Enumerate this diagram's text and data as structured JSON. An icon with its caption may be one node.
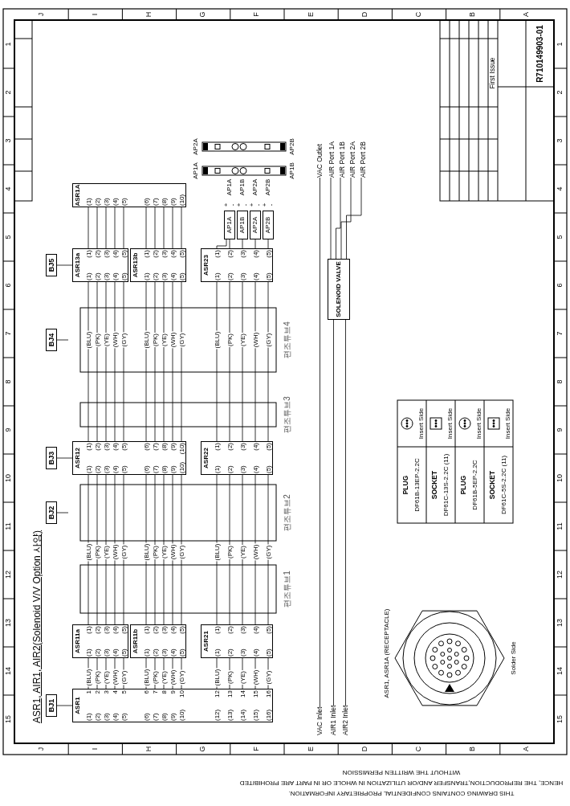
{
  "diagram": {
    "title": "ASR1, AIR1, AIR2(Solenoid V/V Option 사양)",
    "nodes": [
      {
        "text": [
          "BJ1"
        ]
      },
      {
        "text": [
          "BJ2"
        ]
      },
      {
        "text": [
          "BJ3"
        ]
      },
      {
        "text": [
          "BJ4"
        ]
      },
      {
        "text": [
          "BJ5"
        ]
      },
      {
        "text": [
          "ASR1",
          "(1)",
          "(2)",
          "(3)",
          "(4)",
          "(5)",
          "(6)",
          "(7)",
          "(8)",
          "(9)",
          "(10)",
          "(12)",
          "(13)",
          "(14)",
          "(15)",
          "(16)",
          "1",
          "2",
          "3",
          "4",
          "5",
          "6",
          "7",
          "8",
          "9",
          "10",
          "12",
          "13",
          "14",
          "15",
          "16"
        ]
      },
      {
        "text": [
          "ASR11a",
          "(1)",
          "(2)",
          "(3)",
          "(4)",
          "(5)",
          "(1)",
          "(2)",
          "(3)",
          "(4)",
          "(5)"
        ]
      },
      {
        "text": [
          "ASR11b",
          "(1)",
          "(2)",
          "(3)",
          "(4)",
          "(5)",
          "(1)",
          "(2)",
          "(3)",
          "(4)",
          "(5)"
        ]
      },
      {
        "text": [
          "ASR21",
          "(1)",
          "(2)",
          "(3)",
          "(4)",
          "(5)",
          "(1)",
          "(2)",
          "(3)",
          "(4)",
          "(5)"
        ]
      },
      {
        "text": [
          "ASR12",
          "(1)",
          "(2)",
          "(3)",
          "(4)",
          "(5)",
          "(6)",
          "(7)",
          "(8)",
          "(9)",
          "(10)",
          "(1)",
          "(2)",
          "(3)",
          "(4)",
          "(5)",
          "(6)",
          "(7)",
          "(8)",
          "(9)",
          "(10)"
        ]
      },
      {
        "text": [
          "ASR22",
          "(1)",
          "(2)",
          "(3)",
          "(4)",
          "(5)",
          "(1)",
          "(2)",
          "(3)",
          "(4)",
          "(5)"
        ]
      },
      {
        "text": [
          "ASR13a",
          "(1)",
          "(2)",
          "(3)",
          "(4)",
          "(5)",
          "(1)",
          "(2)",
          "(3)",
          "(4)",
          "(5)"
        ]
      },
      {
        "text": [
          "ASR13b",
          "(1)",
          "(2)",
          "(3)",
          "(4)",
          "(5)",
          "(1)",
          "(2)",
          "(3)",
          "(4)",
          "(5)"
        ]
      },
      {
        "text": [
          "ASR23",
          "(1)",
          "(2)",
          "(3)",
          "(4)",
          "(5)",
          "(1)",
          "(2)",
          "(3)",
          "(4)",
          "(5)"
        ]
      },
      {
        "text": [
          "ASR1A",
          "(1)",
          "(2)",
          "(3)",
          "(4)",
          "(5)",
          "(6)",
          "(7)",
          "(8)",
          "(9)",
          "(10)"
        ]
      },
      {
        "text": [
          "AP1A"
        ]
      },
      {
        "text": [
          "AP1B"
        ]
      },
      {
        "text": [
          "AP2A"
        ]
      },
      {
        "text": [
          "AP2B"
        ]
      },
      {
        "text": [
          "VAC Inlet"
        ]
      },
      {
        "text": [
          "AIR1 Inlet"
        ]
      },
      {
        "text": [
          "AIR2 Inlet"
        ]
      },
      {
        "text": [
          "VAC Outlet"
        ]
      },
      {
        "text": [
          "SOLENOID VALVE"
        ]
      },
      {
        "text": [
          "AIR Port 1A"
        ]
      },
      {
        "text": [
          "AIR Port 1B"
        ]
      },
      {
        "text": [
          "AIR Port 2A"
        ]
      },
      {
        "text": [
          "AIR Port 2B"
        ]
      }
    ],
    "edges": [
      {
        "from": 0,
        "to": 5,
        "arrow": "none"
      },
      {
        "from": 1,
        "to": null,
        "arrow": "none"
      },
      {
        "from": 2,
        "to": 9,
        "arrow": "none"
      },
      {
        "from": 3,
        "to": null,
        "arrow": "none"
      },
      {
        "from": 4,
        "to": 11,
        "arrow": "none"
      },
      {
        "from": 5,
        "to": 6,
        "arrow": "none"
      },
      {
        "from": 5,
        "to": 6,
        "arrow": "none"
      },
      {
        "from": 5,
        "to": 6,
        "arrow": "none"
      },
      {
        "from": 5,
        "to": 6,
        "arrow": "none"
      },
      {
        "from": 5,
        "to": 6,
        "arrow": "none"
      },
      {
        "from": 5,
        "to": 7,
        "arrow": "none"
      },
      {
        "from": 5,
        "to": 7,
        "arrow": "none"
      },
      {
        "from": 5,
        "to": 7,
        "arrow": "none"
      },
      {
        "from": 5,
        "to": 7,
        "arrow": "none"
      },
      {
        "from": 5,
        "to": 7,
        "arrow": "none"
      },
      {
        "from": 5,
        "to": 8,
        "arrow": "none"
      },
      {
        "from": 5,
        "to": 8,
        "arrow": "none"
      },
      {
        "from": 5,
        "to": 8,
        "arrow": "none"
      },
      {
        "from": 5,
        "to": 8,
        "arrow": "none"
      },
      {
        "from": 5,
        "to": 8,
        "arrow": "none"
      },
      {
        "from": 6,
        "to": 9,
        "arrow": "none"
      },
      {
        "from": 6,
        "to": 9,
        "arrow": "none"
      },
      {
        "from": 6,
        "to": 9,
        "arrow": "none"
      },
      {
        "from": 6,
        "to": 9,
        "arrow": "none"
      },
      {
        "from": 6,
        "to": 9,
        "arrow": "none"
      },
      {
        "from": 7,
        "to": 9,
        "arrow": "none"
      },
      {
        "from": 7,
        "to": 9,
        "arrow": "none"
      },
      {
        "from": 7,
        "to": 9,
        "arrow": "none"
      },
      {
        "from": 7,
        "to": 9,
        "arrow": "none"
      },
      {
        "from": 7,
        "to": 9,
        "arrow": "none"
      },
      {
        "from": 8,
        "to": 10,
        "arrow": "none"
      },
      {
        "from": 8,
        "to": 10,
        "arrow": "none"
      },
      {
        "from": 8,
        "to": 10,
        "arrow": "none"
      },
      {
        "from": 8,
        "to": 10,
        "arrow": "none"
      },
      {
        "from": 8,
        "to": 10,
        "arrow": "none"
      },
      {
        "from": 9,
        "to": 11,
        "arrow": "none"
      },
      {
        "from": 9,
        "to": 11,
        "arrow": "none"
      },
      {
        "from": 9,
        "to": 11,
        "arrow": "none"
      },
      {
        "from": 9,
        "to": 11,
        "arrow": "none"
      },
      {
        "from": 9,
        "to": 11,
        "arrow": "none"
      },
      {
        "from": 9,
        "to": 12,
        "arrow": "none"
      },
      {
        "from": 9,
        "to": 12,
        "arrow": "none"
      },
      {
        "from": 9,
        "to": 12,
        "arrow": "none"
      },
      {
        "from": 9,
        "to": 12,
        "arrow": "none"
      },
      {
        "from": 9,
        "to": 12,
        "arrow": "none"
      },
      {
        "from": 10,
        "to": 13,
        "arrow": "none"
      },
      {
        "from": 10,
        "to": 13,
        "arrow": "none"
      },
      {
        "from": 10,
        "to": 13,
        "arrow": "none"
      },
      {
        "from": 10,
        "to": 13,
        "arrow": "none"
      },
      {
        "from": 10,
        "to": 13,
        "arrow": "none"
      },
      {
        "from": 11,
        "to": 14,
        "arrow": "none"
      },
      {
        "from": 11,
        "to": 14,
        "arrow": "none"
      },
      {
        "from": 11,
        "to": 14,
        "arrow": "none"
      },
      {
        "from": 11,
        "to": 14,
        "arrow": "none"
      },
      {
        "from": 11,
        "to": 14,
        "arrow": "none"
      },
      {
        "from": 12,
        "to": 14,
        "arrow": "none"
      },
      {
        "from": 12,
        "to": 14,
        "arrow": "none"
      },
      {
        "from": 12,
        "to": 14,
        "arrow": "none"
      },
      {
        "from": 12,
        "to": 14,
        "arrow": "none"
      },
      {
        "from": 12,
        "to": 14,
        "arrow": "none"
      },
      {
        "from": 13,
        "to": 15,
        "arrow": "none"
      },
      {
        "from": 13,
        "to": 15,
        "arrow": "none"
      },
      {
        "from": 13,
        "to": 16,
        "arrow": "none"
      },
      {
        "from": 13,
        "to": 17,
        "arrow": "none"
      },
      {
        "from": 13,
        "to": 18,
        "arrow": "none"
      },
      {
        "from": 19,
        "to": 22,
        "arrow": "none"
      },
      {
        "from": 20,
        "to": 23,
        "arrow": "none"
      },
      {
        "from": 21,
        "to": 23,
        "arrow": "none"
      },
      {
        "from": 23,
        "to": 24,
        "arrow": "none"
      },
      {
        "from": 23,
        "to": 25,
        "arrow": "none"
      },
      {
        "from": 23,
        "to": 26,
        "arrow": "none"
      },
      {
        "from": 23,
        "to": 27,
        "arrow": "none"
      }
    ],
    "labels": [
      "(BLU)",
      "(PK)",
      "(YE)",
      "(WH)",
      "(GY)",
      "(BLU)",
      "(PK)",
      "(YE)",
      "(WH)",
      "(GY)",
      "(BLU)",
      "(PK)",
      "(YE)",
      "(WH)",
      "(GY)",
      "(BLU)",
      "(PK)",
      "(YE)",
      "(WH)",
      "(GY)",
      "(BLU)",
      "(PK)",
      "(YE)",
      "(WH)",
      "(GY)",
      "(BLU)",
      "(PK)",
      "(YE)",
      "(WH)",
      "(GY)",
      "(BLU)",
      "(PK)",
      "(YE)",
      "(WH)",
      "(GY)",
      "(BLU)",
      "(PK)",
      "(YE)",
      "(WH)",
      "(GY)",
      "(BLU)",
      "(PK)",
      "(YE)",
      "(WH)",
      "(GY)",
      "편조튜브1",
      "편조튜브2",
      "편조튜브3",
      "편조튜브4",
      "AP1A",
      "AP1B",
      "AP2A",
      "AP2B",
      "+",
      "-",
      "+",
      "-",
      "+",
      "-",
      "+",
      "-",
      "ASR1, ASR1A (RECEPTACLE)",
      "Solder Side",
      "PLUG",
      "DF61B-13EP-2.2C",
      "Insert Side",
      "SOCKET",
      "DF61C-13S-2.2C (11)",
      "Insert Side",
      "PLUG",
      "DF61B-5EP-2.2C",
      "Insert Side",
      "SOCKET",
      "DF61C-5S-2.2C (11)",
      "Insert Side",
      "AP2A",
      "AP2B",
      "AP1A",
      "AP1B",
      "First Issue",
      "R710149903-01",
      "THIS DRAWING CONTAINS CONFIDENTIAL PROPRIETARY INFORMATION.",
      "HENCE, THE REPRODUCTION,TRANSFER AND/OR UTILIZATION IN WHOLE OR IN PART ARE PROHIBITED",
      "WITHOUT THE WRITTEN PERMISSION",
      "J",
      "I",
      "H",
      "G",
      "F",
      "E",
      "D",
      "C",
      "B",
      "A",
      "J",
      "I",
      "H",
      "G",
      "F",
      "E",
      "D",
      "C",
      "B",
      "A",
      "1",
      "2",
      "3",
      "4",
      "5",
      "6",
      "7",
      "8",
      "9",
      "10",
      "11",
      "12",
      "13",
      "14",
      "15",
      "1",
      "2",
      "3",
      "4",
      "5",
      "6",
      "7",
      "8",
      "9",
      "10",
      "11",
      "12",
      "13",
      "14",
      "15"
    ]
  }
}
